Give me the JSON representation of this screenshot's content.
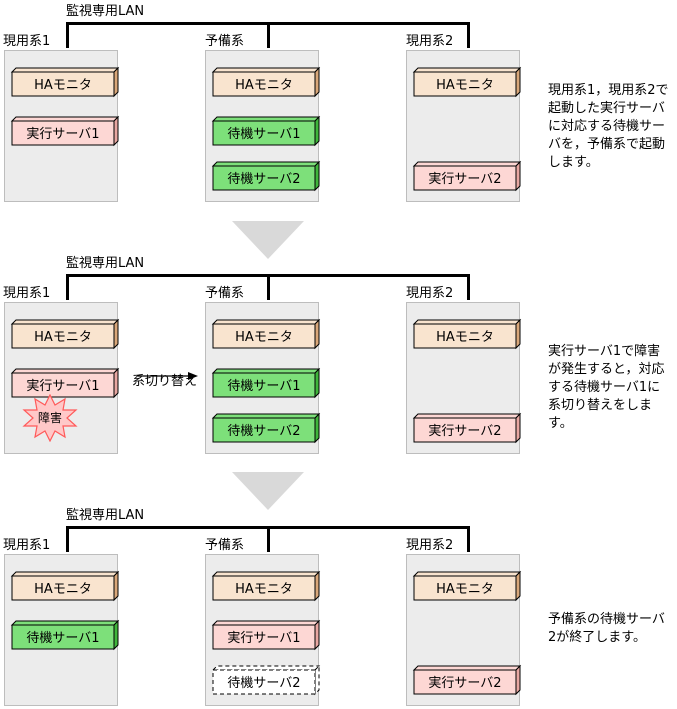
{
  "colors": {
    "ha": "#f9e4cf",
    "ha_side": "#d9a77a",
    "exec": "#fdd7d4",
    "exec_side": "#e8a7a2",
    "standby": "#7de07a",
    "standby_side": "#3fb53b",
    "ended": "#ffffff",
    "fault_star": "#ffc8c8",
    "fault_star_stroke": "#ff5a5a",
    "host_bg": "#ececec",
    "down_arrow": "#d9d9d9"
  },
  "icons": [
    "down-arrow-icon",
    "right-arrow-icon",
    "fault-star-icon"
  ],
  "panels": [
    {
      "lan": "監視専用LAN",
      "hosts": {
        "h1": "現用系1",
        "spare": "予備系",
        "h2": "現用系2"
      },
      "h1_boxes": [
        "HAモニタ",
        "実行サーバ1"
      ],
      "spare_boxes": [
        "HAモニタ",
        "待機サーバ1",
        "待機サーバ2"
      ],
      "h2_boxes": [
        "HAモニタ",
        "実行サーバ2"
      ],
      "desc": [
        "現用系1，現用系2で",
        "起動した実行サーバ",
        "に対応する待機サー",
        "バを，予備系で起動",
        "します。"
      ]
    },
    {
      "lan": "監視専用LAN",
      "hosts": {
        "h1": "現用系1",
        "spare": "予備系",
        "h2": "現用系2"
      },
      "h1_boxes": [
        "HAモニタ",
        "実行サーバ1"
      ],
      "spare_boxes": [
        "HAモニタ",
        "待機サーバ1",
        "待機サーバ2"
      ],
      "h2_boxes": [
        "HAモニタ",
        "実行サーバ2"
      ],
      "fault": "障害",
      "switch": "系切り替え",
      "desc": [
        "実行サーバ1で障害",
        "が発生すると，対応",
        "する待機サーバ1に",
        "系切り替えをしま",
        "す。"
      ]
    },
    {
      "lan": "監視専用LAN",
      "hosts": {
        "h1": "現用系1",
        "spare": "予備系",
        "h2": "現用系2"
      },
      "h1_boxes": [
        "HAモニタ",
        "待機サーバ1"
      ],
      "spare_boxes": [
        "HAモニタ",
        "実行サーバ1",
        "待機サーバ2"
      ],
      "h2_boxes": [
        "HAモニタ",
        "実行サーバ2"
      ],
      "desc": [
        "予備系の待機サーバ",
        "2が終了します。"
      ]
    }
  ]
}
